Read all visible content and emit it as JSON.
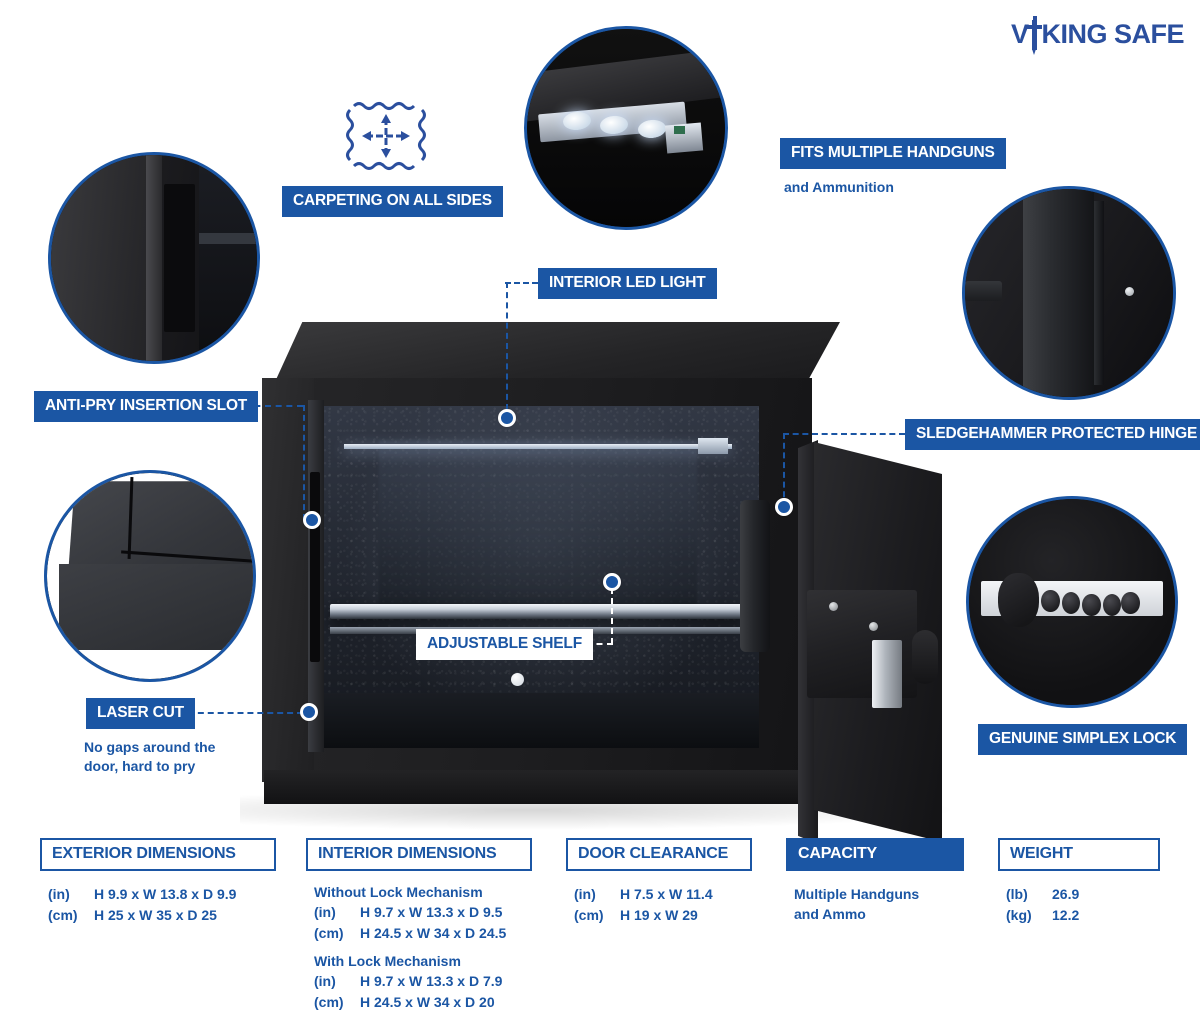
{
  "brand": {
    "name_part1": "V",
    "name_part2": "KING SAFE",
    "color": "#2b4f9e"
  },
  "theme": {
    "blue": "#1b56a4",
    "logo_blue": "#2b4f9e",
    "white": "#ffffff"
  },
  "callouts": [
    {
      "id": "carpeting",
      "label": "CARPETING ON ALL SIDES",
      "icon": "carpet-fabric-icon",
      "style": "filled"
    },
    {
      "id": "fits-handguns",
      "label": "FITS MULTIPLE  HANDGUNS",
      "subtext": "and Ammunition",
      "style": "filled"
    },
    {
      "id": "anti-pry",
      "label": "ANTI-PRY INSERTION SLOT",
      "style": "filled"
    },
    {
      "id": "interior-led",
      "label": "INTERIOR LED LIGHT",
      "style": "filled"
    },
    {
      "id": "sledgehammer-hinge",
      "label": "SLEDGEHAMMER PROTECTED HINGE",
      "style": "filled"
    },
    {
      "id": "adjustable-shelf",
      "label": "ADJUSTABLE SHELF",
      "style": "invert"
    },
    {
      "id": "laser-cut",
      "label": "LASER CUT",
      "subtext": "No gaps around the\ndoor, hard to pry",
      "style": "filled"
    },
    {
      "id": "simplex-lock",
      "label": "GENUINE SIMPLEX LOCK",
      "style": "filled"
    }
  ],
  "detail_circles": [
    {
      "id": "anti-pry-slot-photo",
      "caption": "anti-pry insertion slot close-up"
    },
    {
      "id": "interior-led-photo",
      "caption": "interior LED light bar close-up"
    },
    {
      "id": "hinge-photo",
      "caption": "sledgehammer protected hinge close-up"
    },
    {
      "id": "laser-cut-photo",
      "caption": "laser cut corner seam close-up"
    },
    {
      "id": "simplex-lock-photo",
      "caption": "genuine Simplex lock close-up"
    }
  ],
  "specs": [
    {
      "id": "exterior-dimensions",
      "title": "EXTERIOR DIMENSIONS",
      "header_style": "outline",
      "rows": [
        {
          "unit": "(in)",
          "value": "H 9.9 x W 13.8  x D 9.9"
        },
        {
          "unit": "(cm)",
          "value": "H 25 x W 35 x D 25"
        }
      ]
    },
    {
      "id": "interior-dimensions",
      "title": "INTERIOR DIMENSIONS",
      "header_style": "outline",
      "groups": [
        {
          "label": "Without Lock Mechanism",
          "rows": [
            {
              "unit": "(in)",
              "value": "H 9.7 x W 13.3 x D 9.5"
            },
            {
              "unit": "(cm)",
              "value": "H 24.5 x W 34 x D 24.5"
            }
          ]
        },
        {
          "label": "With Lock Mechanism",
          "rows": [
            {
              "unit": "(in)",
              "value": "H 9.7 x W 13.3 x D 7.9"
            },
            {
              "unit": "(cm)",
              "value": "H 24.5 x W 34 x D 20"
            }
          ]
        }
      ]
    },
    {
      "id": "door-clearance",
      "title": "DOOR CLEARANCE",
      "header_style": "outline",
      "rows": [
        {
          "unit": "(in)",
          "value": "H 7.5 x W 11.4"
        },
        {
          "unit": "(cm)",
          "value": "H 19 x W 29"
        }
      ]
    },
    {
      "id": "capacity",
      "title": "CAPACITY",
      "header_style": "filled",
      "free_text": "Multiple Handguns\nand Ammo"
    },
    {
      "id": "weight",
      "title": "WEIGHT",
      "header_style": "outline",
      "rows": [
        {
          "unit": "(lb)",
          "value": "26.9"
        },
        {
          "unit": "(kg)",
          "value": "12.2"
        }
      ]
    }
  ]
}
